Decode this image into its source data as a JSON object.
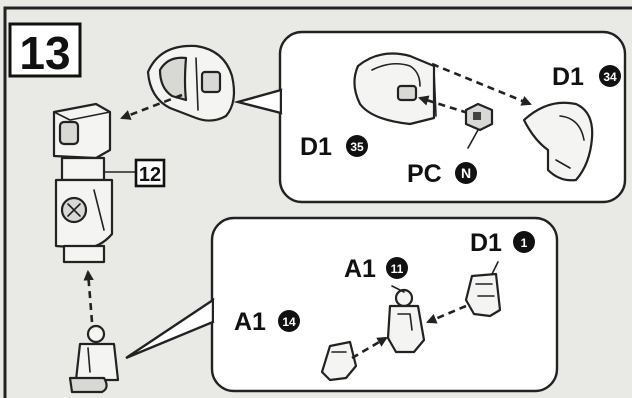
{
  "step": {
    "number": "13"
  },
  "reference": {
    "step_ref": "12"
  },
  "parts": {
    "d1_35": {
      "runner": "D1",
      "number": "35"
    },
    "d1_34": {
      "runner": "D1",
      "number": "34"
    },
    "pc_n": {
      "runner": "PC",
      "letter": "N"
    },
    "a1_11": {
      "runner": "A1",
      "number": "11"
    },
    "a1_14": {
      "runner": "A1",
      "number": "14"
    },
    "d1_1": {
      "runner": "D1",
      "number": "1"
    }
  },
  "colors": {
    "ink": "#111111",
    "panel": "#ffffff",
    "background": "#e9e9e6"
  }
}
